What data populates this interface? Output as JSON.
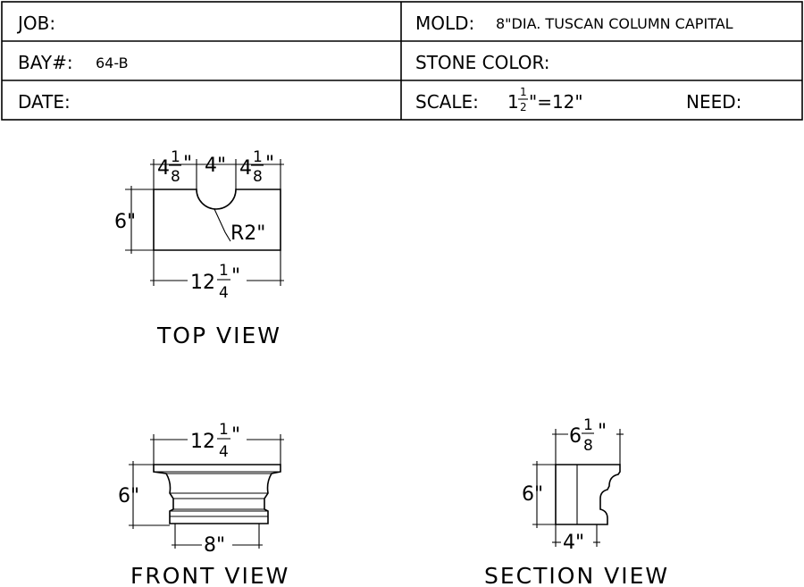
{
  "title_block": {
    "job_label": "JOB:",
    "mold_label": "MOLD:",
    "mold_value": "8\"DIA. TUSCAN COLUMN CAPITAL",
    "bay_label": "BAY#:",
    "bay_value": "64-B",
    "stone_color_label": "STONE COLOR:",
    "date_label": "DATE:",
    "scale_label": "SCALE:",
    "scale_value_whole": "1",
    "scale_value_num": "1",
    "scale_value_den": "2",
    "scale_value_rest": "\"=12\"",
    "need_label": "NEED:"
  },
  "top_view": {
    "title": "TOP VIEW",
    "dim_left_whole": "4",
    "dim_left_num": "1",
    "dim_left_den": "8",
    "dim_left_unit": "\"",
    "dim_middle": "4\"",
    "dim_right_whole": "4",
    "dim_right_num": "1",
    "dim_right_den": "8",
    "dim_right_unit": "\"",
    "dim_height": "6\"",
    "dim_radius": "R2\"",
    "dim_width_whole": "12",
    "dim_width_num": "1",
    "dim_width_den": "4",
    "dim_width_unit": "\""
  },
  "front_view": {
    "title": "FRONT VIEW",
    "dim_width_whole": "12",
    "dim_width_num": "1",
    "dim_width_den": "4",
    "dim_width_unit": "\"",
    "dim_height": "6\"",
    "dim_base": "8\""
  },
  "section_view": {
    "title": "SECTION VIEW",
    "dim_width_whole": "6",
    "dim_width_num": "1",
    "dim_width_den": "8",
    "dim_width_unit": "\"",
    "dim_height": "6\"",
    "dim_base": "4\""
  }
}
